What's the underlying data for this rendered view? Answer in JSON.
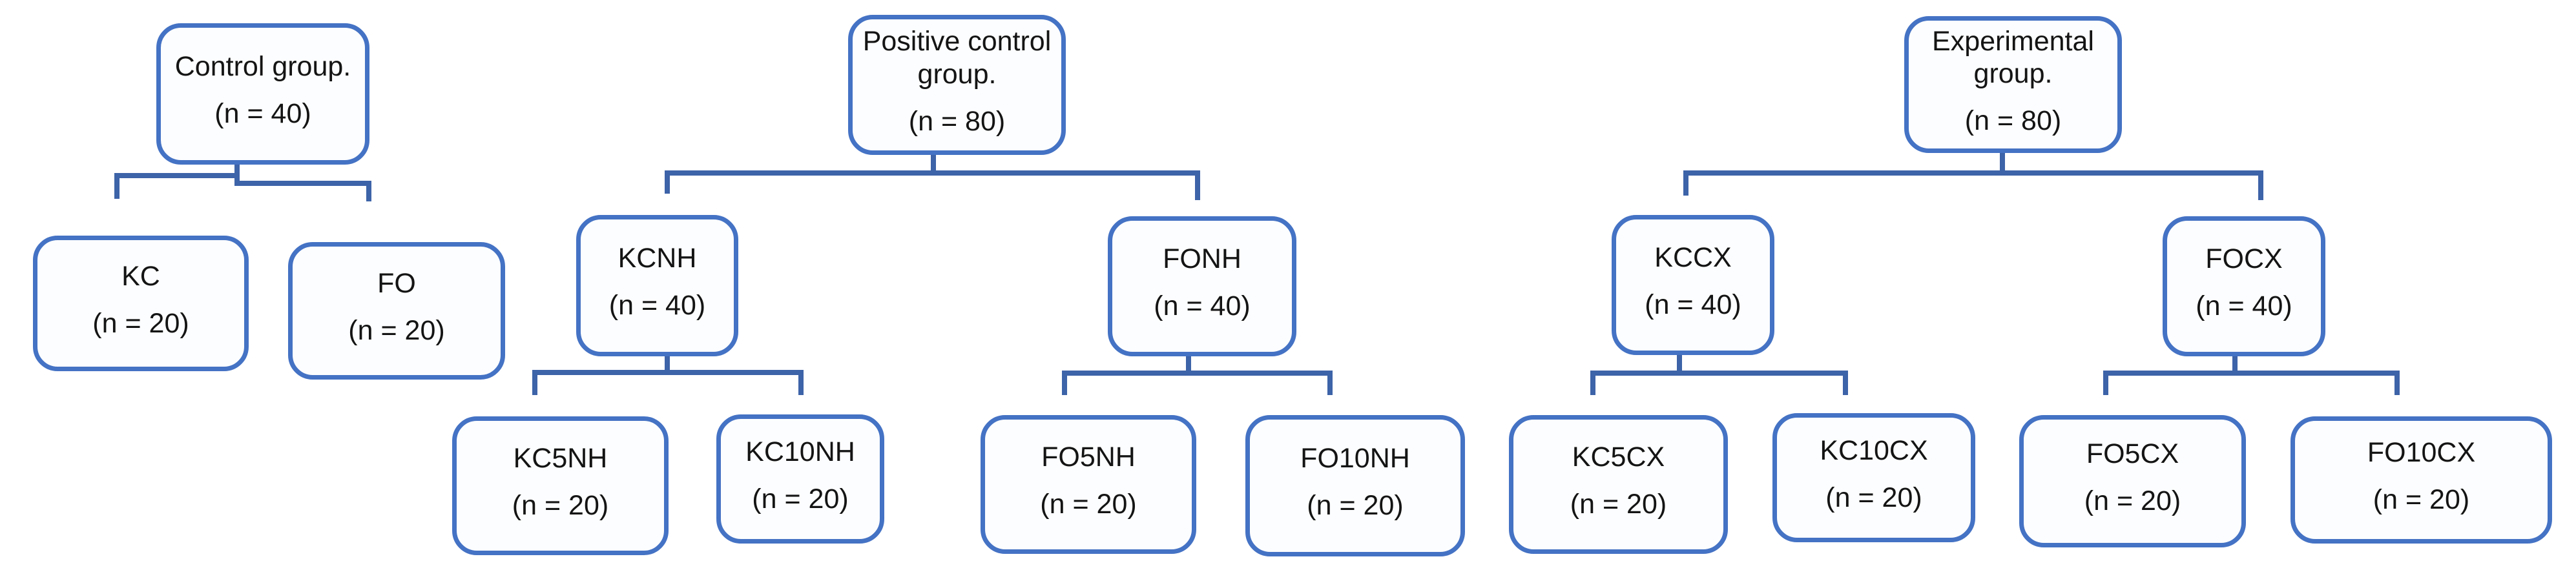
{
  "meta": {
    "description": "Experimental design flowchart with three study arms",
    "colors": {
      "box_border": "#4472C4",
      "box_fill": "#fcfdfe",
      "connector": "#3D63A8",
      "text": "#141414",
      "background": "#ffffff"
    }
  },
  "nodes": [
    {
      "id": "control",
      "label": "Control group.",
      "count": "(n = 40)"
    },
    {
      "id": "kc",
      "label": "KC",
      "count": "(n = 20)"
    },
    {
      "id": "fo",
      "label": "FO",
      "count": "(n = 20)"
    },
    {
      "id": "pos_control",
      "label": "Positive control group.",
      "count": "(n = 80)"
    },
    {
      "id": "kcnh",
      "label": "KCNH",
      "count": "(n = 40)"
    },
    {
      "id": "fonh",
      "label": "FONH",
      "count": "(n = 40)"
    },
    {
      "id": "kc5nh",
      "label": "KC5NH",
      "count": "(n = 20)"
    },
    {
      "id": "kc10nh",
      "label": "KC10NH",
      "count": "(n = 20)"
    },
    {
      "id": "fo5nh",
      "label": "FO5NH",
      "count": "(n = 20)"
    },
    {
      "id": "fo10nh",
      "label": "FO10NH",
      "count": "(n = 20)"
    },
    {
      "id": "experimental",
      "label": "Experimental group.",
      "count": "(n = 80)"
    },
    {
      "id": "kccx",
      "label": "KCCX",
      "count": "(n = 40)"
    },
    {
      "id": "focx",
      "label": "FOCX",
      "count": "(n = 40)"
    },
    {
      "id": "kc5cx",
      "label": "KC5CX",
      "count": "(n = 20)"
    },
    {
      "id": "kc10cx",
      "label": "KC10CX",
      "count": "(n = 20)"
    },
    {
      "id": "fo5cx",
      "label": "FO5CX",
      "count": "(n = 20)"
    },
    {
      "id": "fo10cx",
      "label": "FO10CX",
      "count": "(n = 20)"
    }
  ],
  "edges": [
    {
      "from": "control",
      "to": "kc"
    },
    {
      "from": "control",
      "to": "fo"
    },
    {
      "from": "pos_control",
      "to": "kcnh"
    },
    {
      "from": "pos_control",
      "to": "fonh"
    },
    {
      "from": "kcnh",
      "to": "kc5nh"
    },
    {
      "from": "kcnh",
      "to": "kc10nh"
    },
    {
      "from": "fonh",
      "to": "fo5nh"
    },
    {
      "from": "fonh",
      "to": "fo10nh"
    },
    {
      "from": "experimental",
      "to": "kccx"
    },
    {
      "from": "experimental",
      "to": "focx"
    },
    {
      "from": "kccx",
      "to": "kc5cx"
    },
    {
      "from": "kccx",
      "to": "kc10cx"
    },
    {
      "from": "focx",
      "to": "fo5cx"
    },
    {
      "from": "focx",
      "to": "fo10cx"
    }
  ]
}
